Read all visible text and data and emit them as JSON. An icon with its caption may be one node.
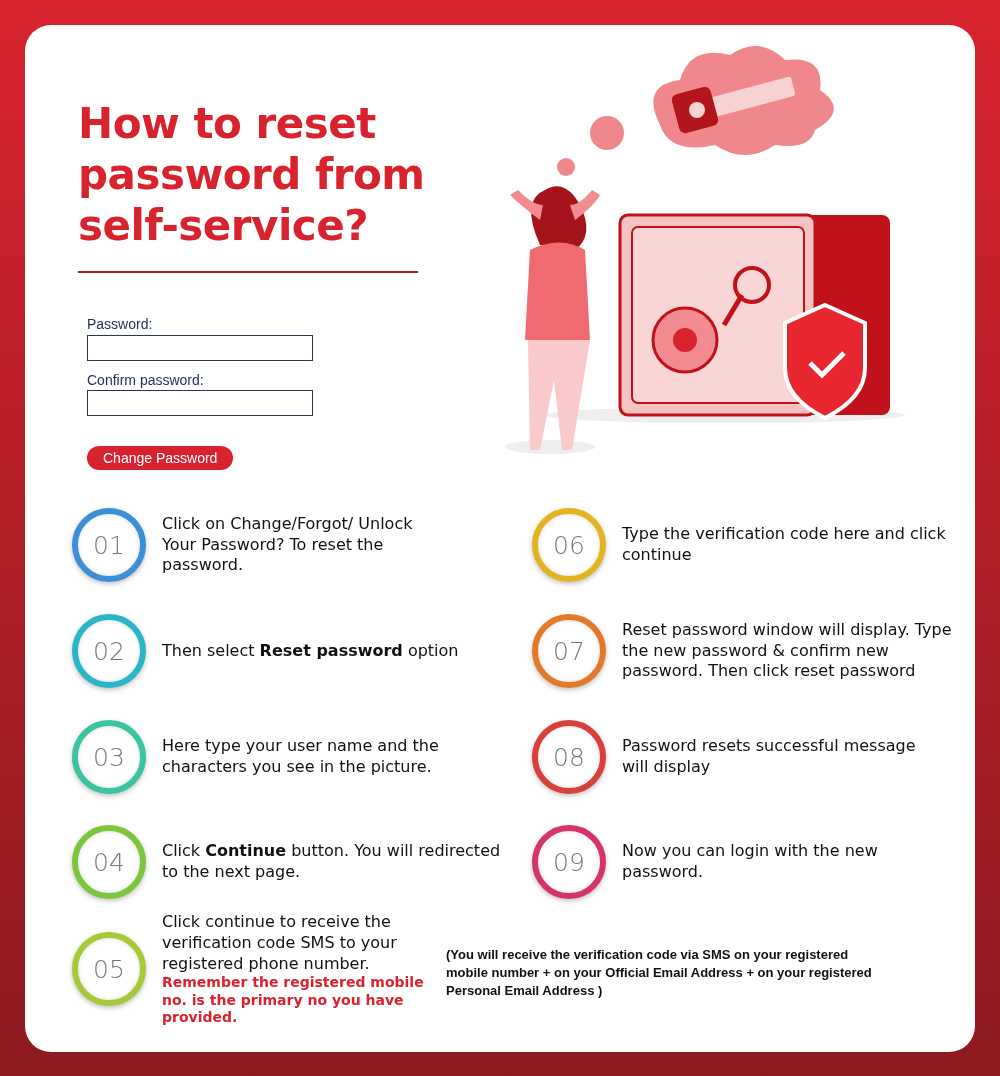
{
  "diagram": {
    "title": "How to reset password from self-service?",
    "nodes": [
      {
        "text": [
          "01"
        ],
        "beside": [
          "Click on Change/Forgot/ Unlock Your Password? To reset the password."
        ]
      },
      {
        "text": [
          "02"
        ],
        "beside": [
          "Then select **Reset password** option"
        ]
      },
      {
        "text": [
          "03"
        ],
        "beside": [
          "Here type your user name and the characters you see in the picture."
        ]
      },
      {
        "text": [
          "04"
        ],
        "beside": [
          "Click **Continue** button. You will redirected to the next page."
        ]
      },
      {
        "text": [
          "05"
        ],
        "beside": [
          "Click continue to receive the verification code SMS to your registered phone number.",
          "Remember the registered mobile no. is the primary no you have provided."
        ]
      },
      {
        "text": [
          "06"
        ],
        "beside": [
          "Type the verification code here and click continue"
        ]
      },
      {
        "text": [
          "07"
        ],
        "beside": [
          "Reset password window will display. Type the new password & confirm new password. Then click reset password"
        ]
      },
      {
        "text": [
          "08"
        ],
        "beside": [
          "Password resets successful message will display"
        ]
      },
      {
        "text": [
          "09"
        ],
        "beside": [
          "Now you can login with the new password."
        ]
      }
    ],
    "labels": [
      "Password:",
      "Confirm password:",
      "Change Password",
      "(You will receive the verification code via SMS on your registered mobile number + on your Official Email Address + on your registered Personal Email Address )"
    ]
  }
}
